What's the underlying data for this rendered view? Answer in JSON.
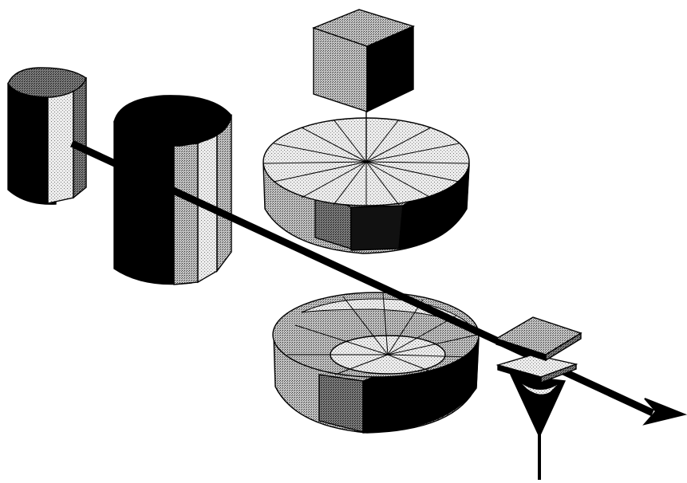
{
  "diagram": {
    "kind": "3d-optical-schematic",
    "style": "monochrome stippled shading",
    "colors": {
      "background": "#ffffff",
      "ink": "#000000",
      "light_fill": "#e8e8e8",
      "mid_fill": "#a8a8a8",
      "dark_fill": "#555555"
    },
    "components": [
      {
        "name": "small-cylinder",
        "shape": "octagonal cylinder"
      },
      {
        "name": "large-cylinder",
        "shape": "octagonal cylinder"
      },
      {
        "name": "cube",
        "shape": "cube"
      },
      {
        "name": "upper-disk",
        "shape": "segmented disk"
      },
      {
        "name": "lower-bowl",
        "shape": "segmented bowl"
      },
      {
        "name": "square-plate-upper",
        "shape": "square plate"
      },
      {
        "name": "square-plate-lower",
        "shape": "square plate"
      },
      {
        "name": "cone-detector",
        "shape": "cone on stem"
      },
      {
        "name": "beam-arrow",
        "shape": "arrow"
      }
    ],
    "text_labels": []
  }
}
